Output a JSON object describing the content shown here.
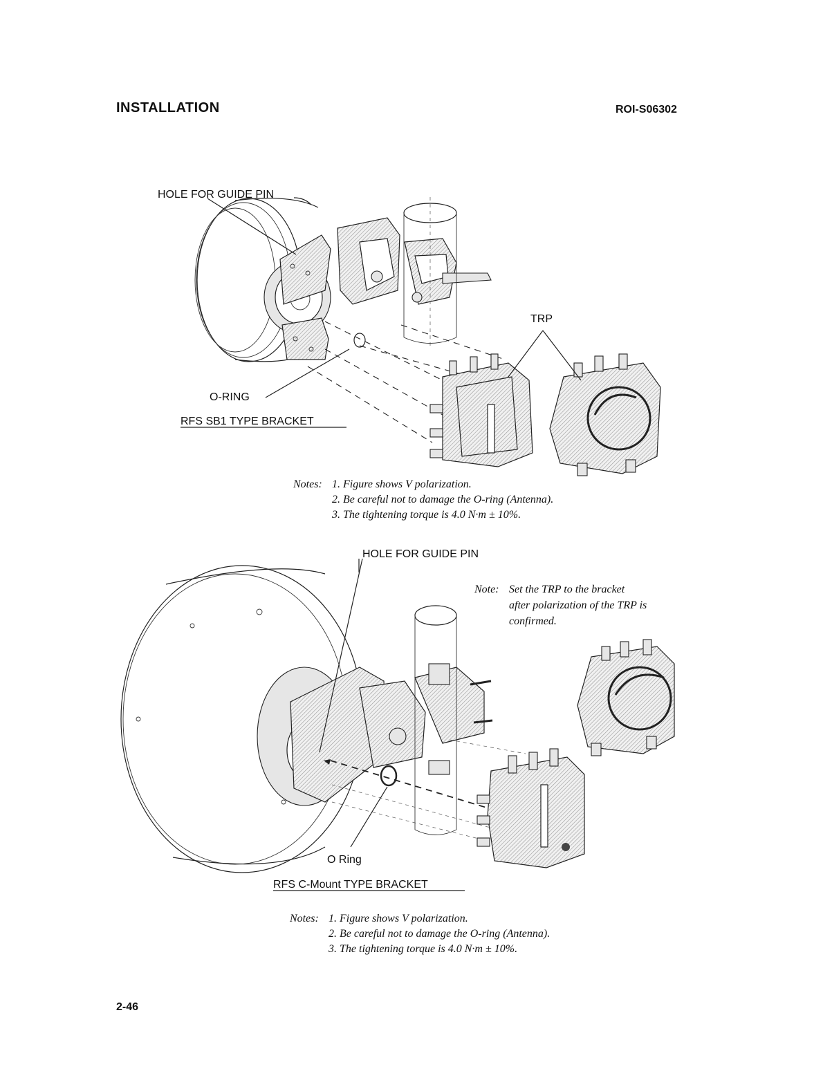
{
  "header": {
    "section": "INSTALLATION",
    "doc_number": "ROI-S06302"
  },
  "footer": {
    "page": "2-46"
  },
  "figure1": {
    "callout_hole": "HOLE FOR GUIDE PIN",
    "callout_trp": "TRP",
    "callout_oring": "O-RING",
    "caption": "RFS SB1 TYPE BRACKET",
    "notes": {
      "prefix": "Notes:",
      "n1": "1. Figure shows V polarization.",
      "n2": "2. Be careful not to damage the O-ring (Antenna).",
      "n3": "3. The tightening torque is 4.0 N·m ± 10%."
    }
  },
  "figure2": {
    "callout_hole": "HOLE FOR GUIDE PIN",
    "callout_oring": "O Ring",
    "caption": "RFS C-Mount TYPE BRACKET",
    "side_note": {
      "prefix": "Note:",
      "line1": "Set the TRP to the bracket",
      "line2": "after polarization of the TRP is",
      "line3": "confirmed."
    },
    "notes": {
      "prefix": "Notes:",
      "n1": "1. Figure shows V polarization.",
      "n2": "2. Be careful not to damage the O-ring (Antenna).",
      "n3": "3. The tightening torque is 4.0 N·m ± 10%."
    }
  }
}
